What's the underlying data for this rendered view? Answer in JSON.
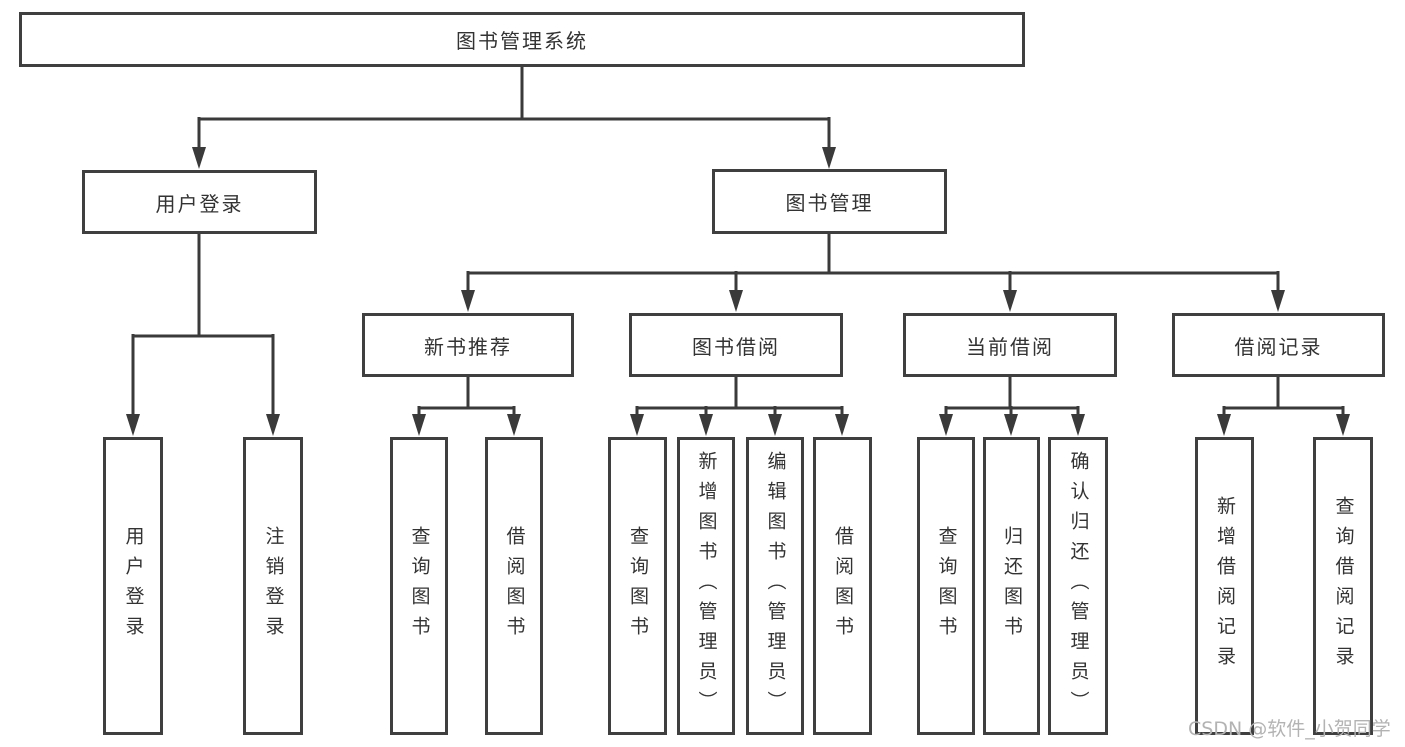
{
  "diagram": {
    "type": "hierarchy-tree",
    "title": "图书管理系统",
    "levels": 4
  },
  "nodes": {
    "root": {
      "label": "图书管理系统"
    },
    "userLogin": {
      "label": "用户登录"
    },
    "bookMgmt": {
      "label": "图书管理"
    },
    "newBookRec": {
      "label": "新书推荐"
    },
    "bookBorrow": {
      "label": "图书借阅"
    },
    "currentBorrow": {
      "label": "当前借阅"
    },
    "borrowRecords": {
      "label": "借阅记录"
    },
    "loginLeaf": {
      "label": "用户登录"
    },
    "logoutLeaf": {
      "label": "注销登录"
    },
    "recQueryBooks": {
      "label": "查询图书"
    },
    "recBorrowBooks": {
      "label": "借阅图书"
    },
    "bbQueryBooks": {
      "label": "查询图书"
    },
    "bbAddBooks": {
      "label": "新增图书（管理员）"
    },
    "bbEditBooks": {
      "label": "编辑图书（管理员）"
    },
    "bbBorrowBooks": {
      "label": "借阅图书"
    },
    "cbQueryBooks": {
      "label": "查询图书"
    },
    "cbReturnBooks": {
      "label": "归还图书"
    },
    "cbConfirmReturn": {
      "label": "确认归还（管理员）"
    },
    "brAddRecord": {
      "label": "新增借阅记录"
    },
    "brQueryRecord": {
      "label": "查询借阅记录"
    }
  },
  "edges": [
    {
      "from": "root",
      "to": [
        "userLogin",
        "bookMgmt"
      ]
    },
    {
      "from": "userLogin",
      "to": [
        "loginLeaf",
        "logoutLeaf"
      ]
    },
    {
      "from": "bookMgmt",
      "to": [
        "newBookRec",
        "bookBorrow",
        "currentBorrow",
        "borrowRecords"
      ]
    },
    {
      "from": "newBookRec",
      "to": [
        "recQueryBooks",
        "recBorrowBooks"
      ]
    },
    {
      "from": "bookBorrow",
      "to": [
        "bbQueryBooks",
        "bbAddBooks",
        "bbEditBooks",
        "bbBorrowBooks"
      ]
    },
    {
      "from": "currentBorrow",
      "to": [
        "cbQueryBooks",
        "cbReturnBooks",
        "cbConfirmReturn"
      ]
    },
    {
      "from": "borrowRecords",
      "to": [
        "brAddRecord",
        "brQueryRecord"
      ]
    }
  ],
  "watermark": {
    "text": "CSDN @软件_小贺同学"
  },
  "colors": {
    "line": "#3a3a3a",
    "box_border": "#3f3f3f",
    "text": "#333333",
    "watermark": "#b3b3b3",
    "background": "#ffffff"
  }
}
